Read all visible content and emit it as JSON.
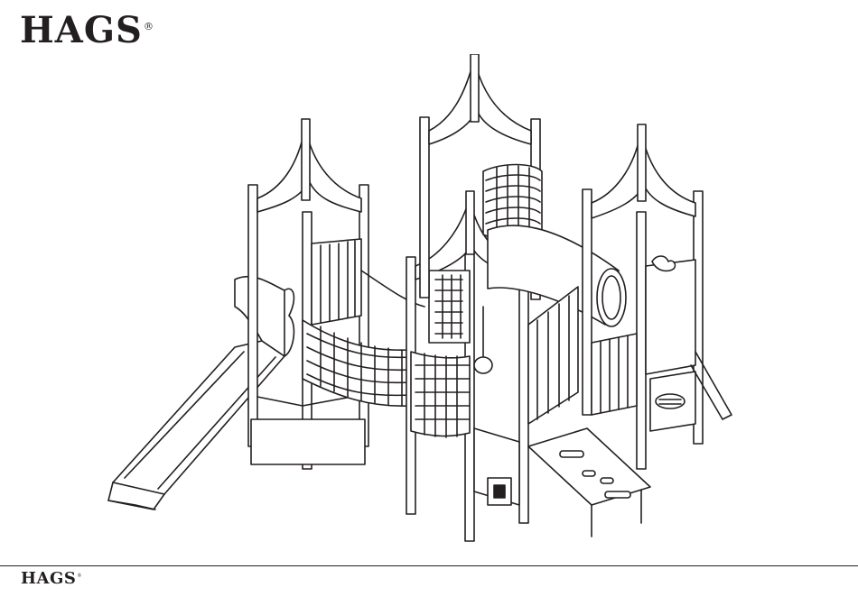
{
  "header": {
    "brand": "HAGS",
    "registered_mark": "®"
  },
  "illustration": {
    "icon": "playground-structure-line-drawing"
  },
  "footer": {
    "brand": "HAGS",
    "registered_mark": "®"
  }
}
